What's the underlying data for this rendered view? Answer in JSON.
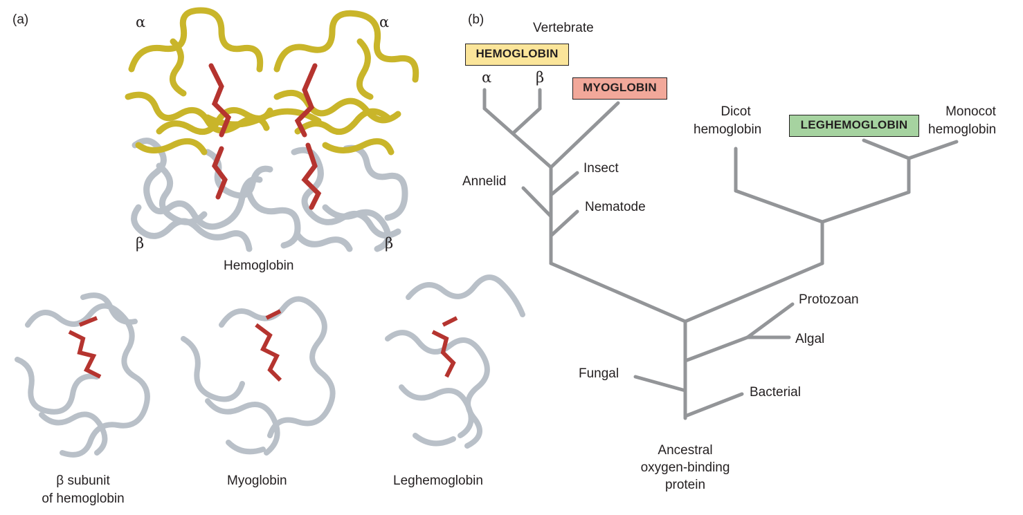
{
  "panel_a": {
    "label": "(a)",
    "hemoglobin": {
      "caption": "Hemoglobin",
      "alpha_left": "α",
      "alpha_right": "α",
      "beta_left": "β",
      "beta_right": "β"
    },
    "beta_subunit": {
      "caption_line1": "β subunit",
      "caption_line2": "of hemoglobin"
    },
    "myoglobin": {
      "caption": "Myoglobin"
    },
    "leghemoglobin": {
      "caption": "Leghemoglobin"
    },
    "colors": {
      "alpha_chain": "#c9b52a",
      "beta_chain": "#b9c0c8",
      "heme": "#b5342f"
    }
  },
  "panel_b": {
    "label": "(b)",
    "vertebrate": "Vertebrate",
    "hemoglobin_box": "HEMOGLOBIN",
    "alpha": "α",
    "beta": "β",
    "myoglobin_box": "MYOGLOBIN",
    "insect": "Insect",
    "annelid": "Annelid",
    "nematode": "Nematode",
    "dicot_line1": "Dicot",
    "dicot_line2": "hemoglobin",
    "leghemoglobin_box": "LEGHEMOGLOBIN",
    "monocot_line1": "Monocot",
    "monocot_line2": "hemoglobin",
    "protozoan": "Protozoan",
    "algal": "Algal",
    "fungal": "Fungal",
    "bacterial": "Bacterial",
    "root_line1": "Ancestral",
    "root_line2": "oxygen-binding",
    "root_line3": "protein",
    "colors": {
      "tree": "#939598",
      "hemoglobin_box": "#fbe59a",
      "myoglobin_box": "#f2a89a",
      "leghemoglobin_box": "#a6d3a0"
    }
  }
}
